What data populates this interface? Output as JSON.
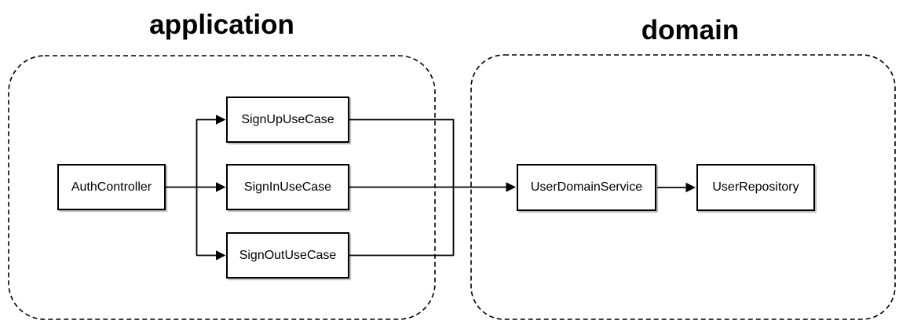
{
  "diagram": {
    "application": {
      "title": "application",
      "nodes": {
        "auth_controller": "AuthController",
        "sign_up_use_case": "SignUpUseCase",
        "sign_in_use_case": "SignInUseCase",
        "sign_out_use_case": "SignOutUseCase"
      }
    },
    "domain": {
      "title": "domain",
      "nodes": {
        "user_domain_service": "UserDomainService",
        "user_repository": "UserRepository"
      }
    },
    "edges": [
      {
        "from": "AuthController",
        "to": "SignUpUseCase"
      },
      {
        "from": "AuthController",
        "to": "SignInUseCase"
      },
      {
        "from": "AuthController",
        "to": "SignOutUseCase"
      },
      {
        "from": "SignUpUseCase",
        "to": "UserDomainService"
      },
      {
        "from": "SignInUseCase",
        "to": "UserDomainService"
      },
      {
        "from": "SignOutUseCase",
        "to": "UserDomainService"
      },
      {
        "from": "UserDomainService",
        "to": "UserRepository"
      }
    ],
    "colors": {
      "stroke": "#000000",
      "node_fill": "#ffffff",
      "background": "#ffffff",
      "text": "#000000"
    }
  }
}
